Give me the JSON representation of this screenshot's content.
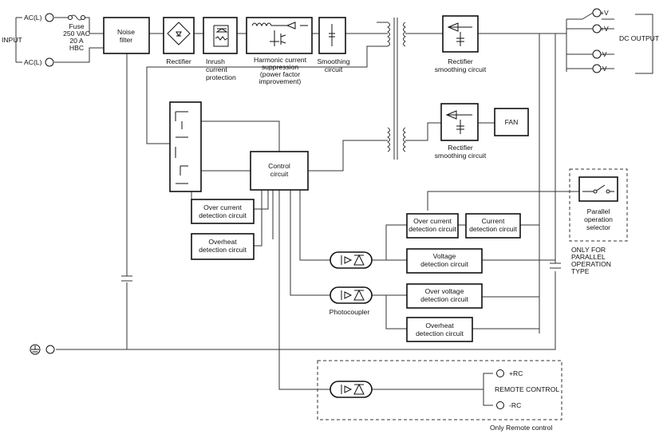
{
  "input": {
    "label": "INPUT",
    "ac_top": "AC(L)",
    "ac_bottom": "AC(L)",
    "fuse_lines": [
      "Fuse",
      "250 VAC",
      "20 A",
      "HBC"
    ]
  },
  "blocks": {
    "noise_filter": [
      "Noise",
      "filter"
    ],
    "rectifier": [
      "Rectifier"
    ],
    "inrush": [
      "Inrush",
      "current",
      "protection"
    ],
    "harmonic": [
      "Harmonic current",
      "suppression",
      "(power factor",
      "improvement)"
    ],
    "smoothing": [
      "Smoothing",
      "circuit"
    ],
    "rect_smooth_main": [
      "Rectifier",
      "smoothing circuit"
    ],
    "rect_smooth_fan": [
      "Rectifier",
      "smoothing circuit"
    ],
    "fan": [
      "FAN"
    ],
    "control": [
      "Control",
      "circuit"
    ],
    "over_current_left": [
      "Over current",
      "detection circuit"
    ],
    "overheat_left": [
      "Overheat",
      "detection circuit"
    ],
    "over_current_right": [
      "Over current",
      "detection circuit"
    ],
    "current_detect": [
      "Current",
      "detection circuit"
    ],
    "voltage_detect": [
      "Voltage",
      "detection circuit"
    ],
    "over_voltage": [
      "Over voltage",
      "detection circuit"
    ],
    "overheat_right": [
      "Overheat",
      "detection circuit"
    ],
    "parallel_selector": [
      "Parallel",
      "operation",
      "selector"
    ]
  },
  "output": {
    "plus_v_1": "+V",
    "plus_v_2": "+V",
    "minus_v_1": "-V",
    "minus_v_2": "-V",
    "label": "DC OUTPUT"
  },
  "labels": {
    "photocoupler": "Photocoupler",
    "parallel_note": [
      "ONLY FOR",
      "PARALLEL",
      "OPERATION",
      "TYPE"
    ],
    "remote_plus": "+RC",
    "remote_minus": "-RC",
    "remote_control": "REMOTE CONTROL",
    "remote_note": "Only Remote control"
  }
}
